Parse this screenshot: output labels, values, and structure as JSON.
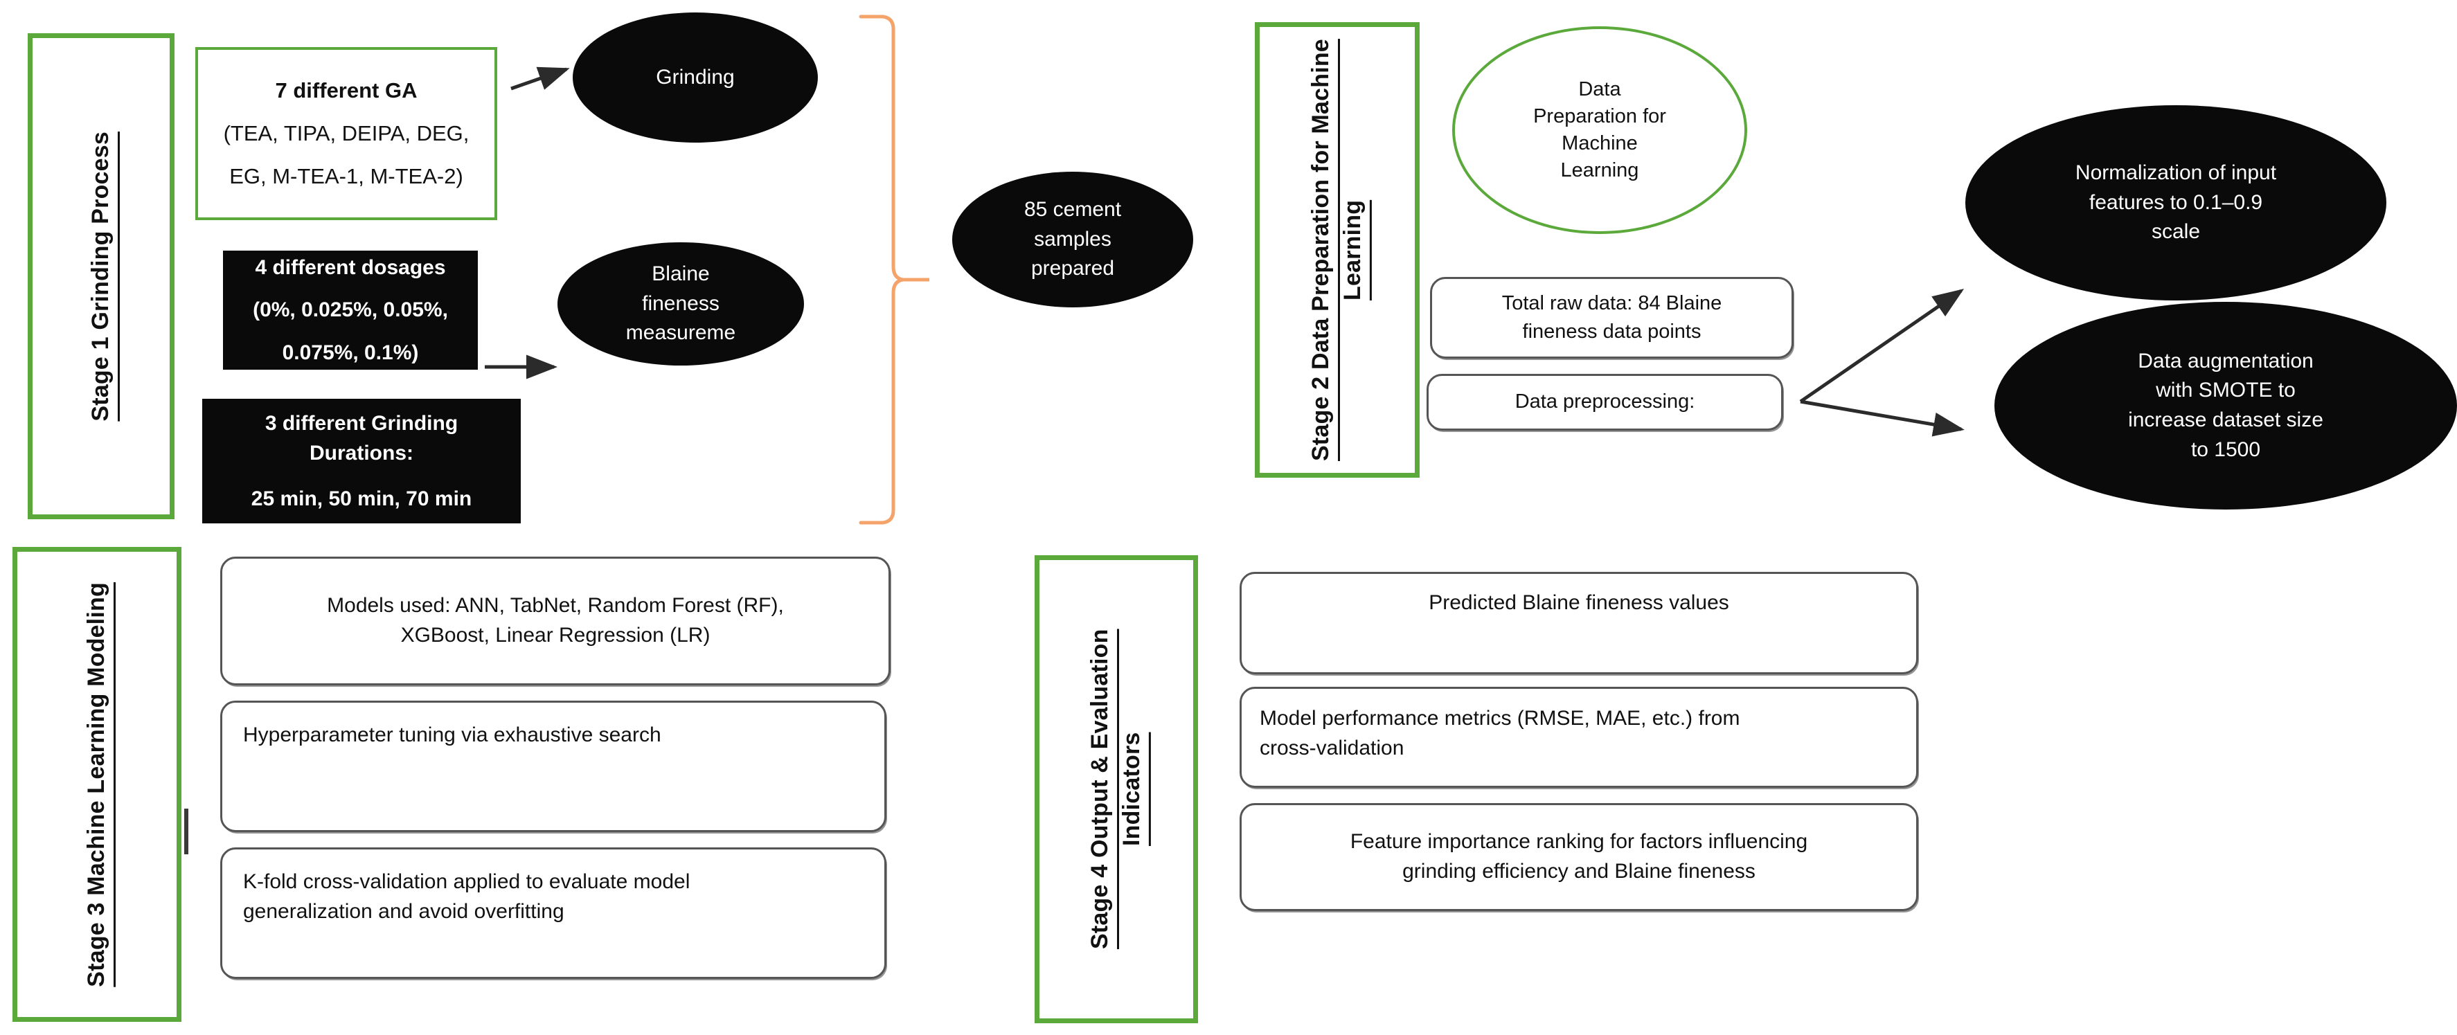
{
  "diagram": {
    "title": "Four-stage cement grinding and machine learning workflow",
    "accent_green": "#5aa93a",
    "accent_orange": "#f4a36a",
    "fill_black": "#0a0a0a",
    "outline_gray": "#555555"
  },
  "stage1": {
    "rail_label": "Stage 1 Grinding Process",
    "ga_box": {
      "line1": "7 different GA",
      "line2": "(TEA, TIPA, DEIPA, DEG,",
      "line3": "EG, M-TEA-1, M-TEA-2)"
    },
    "dosage_box": {
      "line1": "4 different dosages",
      "line2": "(0%, 0.025%, 0.05%,",
      "line3": "0.075%, 0.1%)"
    },
    "duration_box": {
      "line1": "3 different Grinding",
      "line2": "Durations:",
      "line3": "25 min, 50 min, 70 min"
    },
    "grinding_ellipse": "Grinding",
    "blaine_ellipse": {
      "line1": "Blaine",
      "line2": "fineness",
      "line3": "measureme"
    }
  },
  "bridge": {
    "samples_ellipse": {
      "line1": "85 cement",
      "line2": "samples",
      "line3": "prepared"
    }
  },
  "stage2": {
    "rail_label": "Stage 2 Data Preparation for Machine Learning",
    "title_ellipse": {
      "line1": "Data",
      "line2": "Preparation for",
      "line3": "Machine",
      "line4": "Learning"
    },
    "raw_data_box": {
      "line1": "Total raw data: 84 Blaine",
      "line2": "fineness data points"
    },
    "preprocessing_box": {
      "line1": "Data preprocessing:"
    },
    "normalization_ellipse": {
      "line1": "Normalization of input",
      "line2": "features to 0.1–0.9",
      "line3": "scale"
    },
    "augmentation_ellipse": {
      "line1": "Data augmentation",
      "line2": "with SMOTE to",
      "line3": "increase dataset size",
      "line4": "to 1500"
    }
  },
  "stage3": {
    "rail_label": "Stage 3 Machine Learning Modeling",
    "boxes": [
      {
        "align": "center",
        "line1": "Models used: ANN, TabNet, Random Forest (RF),",
        "line2": "XGBoost, Linear Regression (LR)"
      },
      {
        "align": "left",
        "line1": "Hyperparameter tuning via exhaustive search",
        "line2": ""
      },
      {
        "align": "left",
        "line1": "K-fold cross-validation applied to evaluate model",
        "line2": "generalization and avoid overfitting"
      }
    ]
  },
  "stage4": {
    "rail_label": "Stage 4 Output & Evaluation Indicators",
    "boxes": [
      {
        "align": "center",
        "line1": "Predicted Blaine fineness values",
        "line2": ""
      },
      {
        "align": "left",
        "line1": "Model performance metrics (RMSE, MAE, etc.) from",
        "line2": "cross-validation"
      },
      {
        "align": "center",
        "line1": "Feature importance ranking for factors influencing",
        "line2": "grinding efficiency and Blaine fineness"
      }
    ]
  }
}
